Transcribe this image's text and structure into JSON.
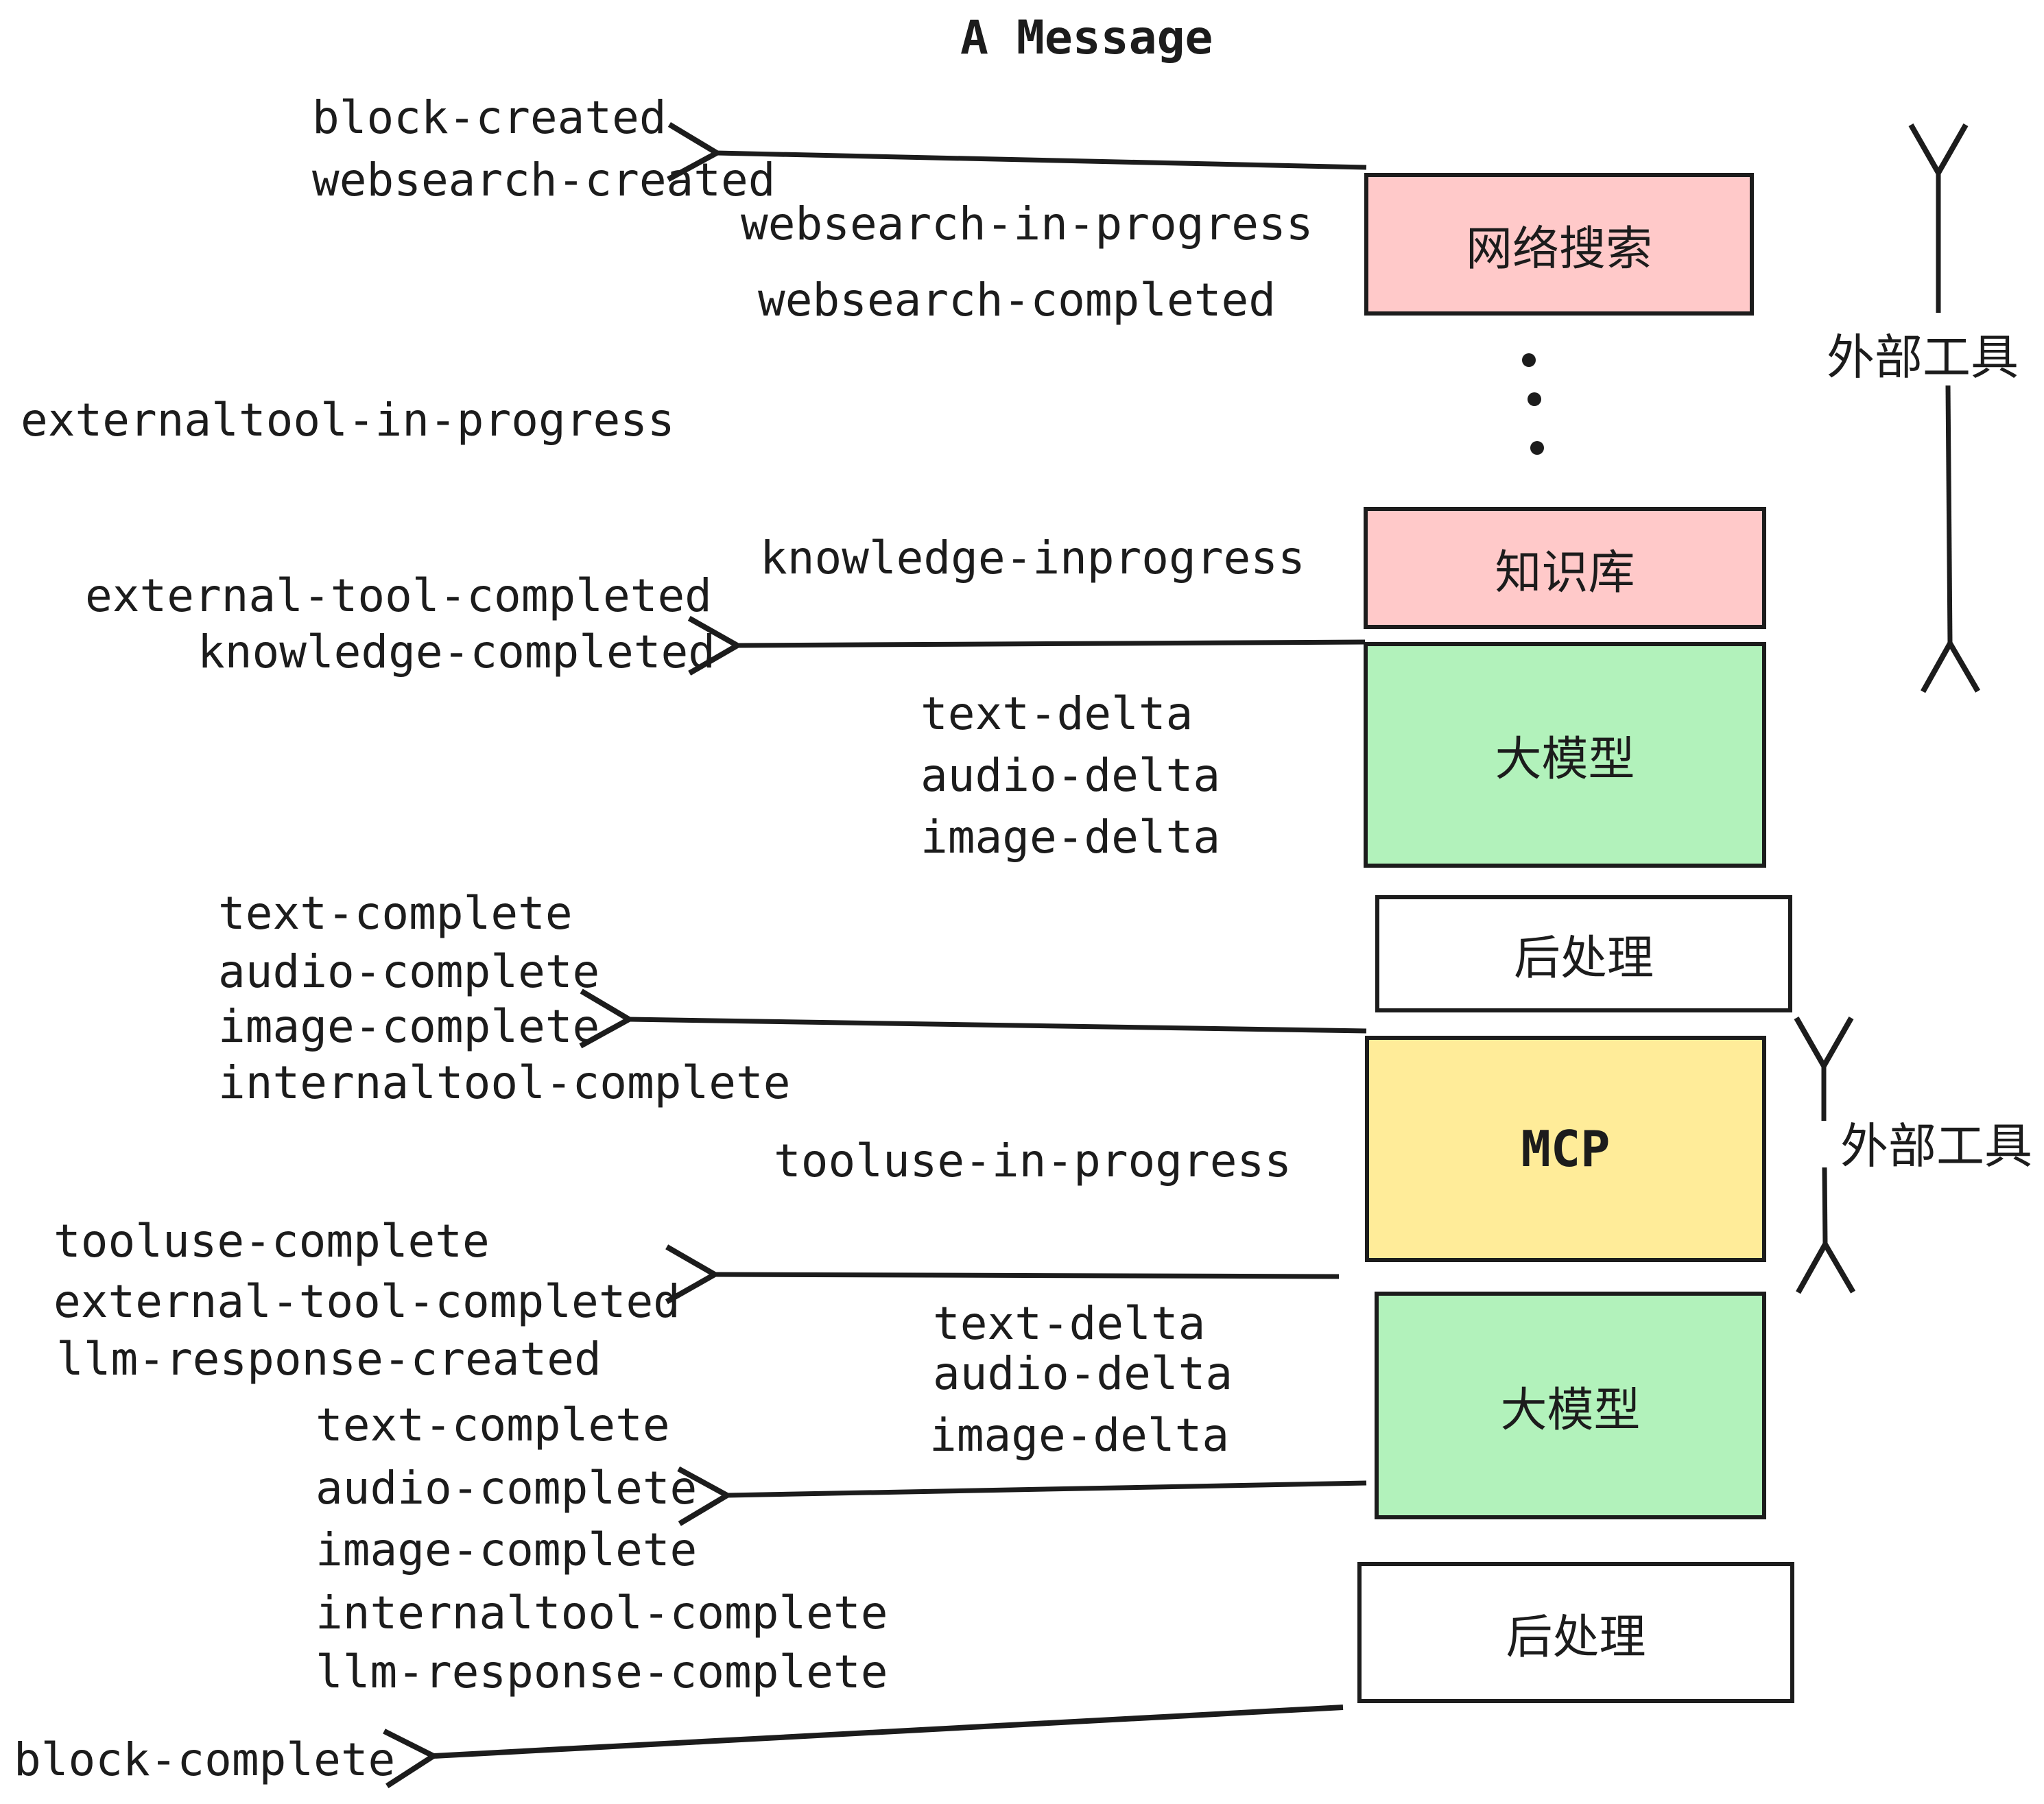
{
  "title": "A Message",
  "boxes": [
    {
      "id": "websearch",
      "label": "网络搜索",
      "color": "#ffc9c9"
    },
    {
      "id": "knowledge",
      "label": "知识库",
      "color": "#ffc9c9"
    },
    {
      "id": "llm-1",
      "label": "大模型",
      "color": "#b2f2bb"
    },
    {
      "id": "postprocess-1",
      "label": "后处理",
      "color": "#ffffff"
    },
    {
      "id": "mcp",
      "label": "MCP",
      "color": "#ffec99"
    },
    {
      "id": "llm-2",
      "label": "大模型",
      "color": "#b2f2bb"
    },
    {
      "id": "postprocess-2",
      "label": "后处理",
      "color": "#ffffff"
    }
  ],
  "events": [
    {
      "id": "block-created",
      "text": "block-created"
    },
    {
      "id": "websearch-created",
      "text": "websearch-created"
    },
    {
      "id": "websearch-in-progress",
      "text": "websearch-in-progress"
    },
    {
      "id": "websearch-completed",
      "text": "websearch-completed"
    },
    {
      "id": "externaltool-in-progress",
      "text": "externaltool-in-progress"
    },
    {
      "id": "knowledge-inprogress",
      "text": "knowledge-inprogress"
    },
    {
      "id": "external-tool-completed-1",
      "text": "external-tool-completed"
    },
    {
      "id": "knowledge-completed",
      "text": "knowledge-completed"
    },
    {
      "id": "text-delta-1",
      "text": "text-delta"
    },
    {
      "id": "audio-delta-1",
      "text": "audio-delta"
    },
    {
      "id": "image-delta-1",
      "text": "image-delta"
    },
    {
      "id": "text-complete-1",
      "text": "text-complete"
    },
    {
      "id": "audio-complete-1",
      "text": "audio-complete"
    },
    {
      "id": "image-complete-1",
      "text": "image-complete"
    },
    {
      "id": "internaltool-complete-1",
      "text": "internaltool-complete"
    },
    {
      "id": "tooluse-in-progress",
      "text": "tooluse-in-progress"
    },
    {
      "id": "tooluse-complete",
      "text": "tooluse-complete"
    },
    {
      "id": "external-tool-completed-2",
      "text": "external-tool-completed"
    },
    {
      "id": "llm-response-created",
      "text": "llm-response-created"
    },
    {
      "id": "text-delta-2",
      "text": "text-delta"
    },
    {
      "id": "audio-delta-2",
      "text": "audio-delta"
    },
    {
      "id": "image-delta-2",
      "text": "image-delta"
    },
    {
      "id": "text-complete-2",
      "text": "text-complete"
    },
    {
      "id": "audio-complete-2",
      "text": "audio-complete"
    },
    {
      "id": "image-complete-2",
      "text": "image-complete"
    },
    {
      "id": "internaltool-complete-2",
      "text": "internaltool-complete"
    },
    {
      "id": "llm-response-complete",
      "text": "llm-response-complete"
    },
    {
      "id": "block-complete",
      "text": "block-complete"
    }
  ],
  "side_labels": [
    {
      "id": "external-tools-top",
      "text": "外部工具"
    },
    {
      "id": "external-tools-bottom",
      "text": "外部工具"
    }
  ],
  "line_color": "#1c1c1c"
}
